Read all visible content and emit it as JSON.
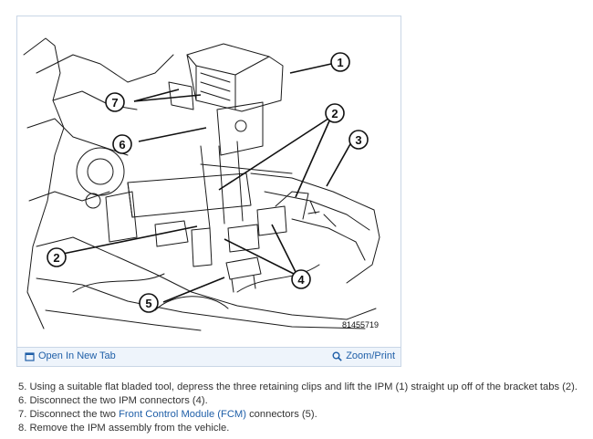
{
  "diagram": {
    "callouts": [
      "1",
      "2",
      "3",
      "4",
      "5",
      "6",
      "7"
    ],
    "figure_id": "81455719"
  },
  "toolbar": {
    "open_new_tab_label": "Open In New Tab",
    "open_new_tab_icon": "external-window-icon",
    "zoom_print_label": "Zoom/Print",
    "zoom_print_icon": "magnifier-icon"
  },
  "steps": [
    {
      "text": "5. Using a suitable flat bladed tool, depress the three retaining clips and lift the IPM (1) straight up off of the bracket tabs (2)."
    },
    {
      "text": "6. Disconnect the two IPM connectors (4)."
    },
    {
      "prefix": "7. Disconnect the two ",
      "link_text": "Front Control Module (FCM)",
      "suffix": " connectors (5)."
    },
    {
      "text": "8. Remove the IPM assembly from the vehicle."
    }
  ],
  "colors": {
    "link": "#1f5fa8",
    "toolbar_bg": "#eef4fb",
    "frame_border": "#c9d6e6",
    "body_text": "#333333"
  }
}
